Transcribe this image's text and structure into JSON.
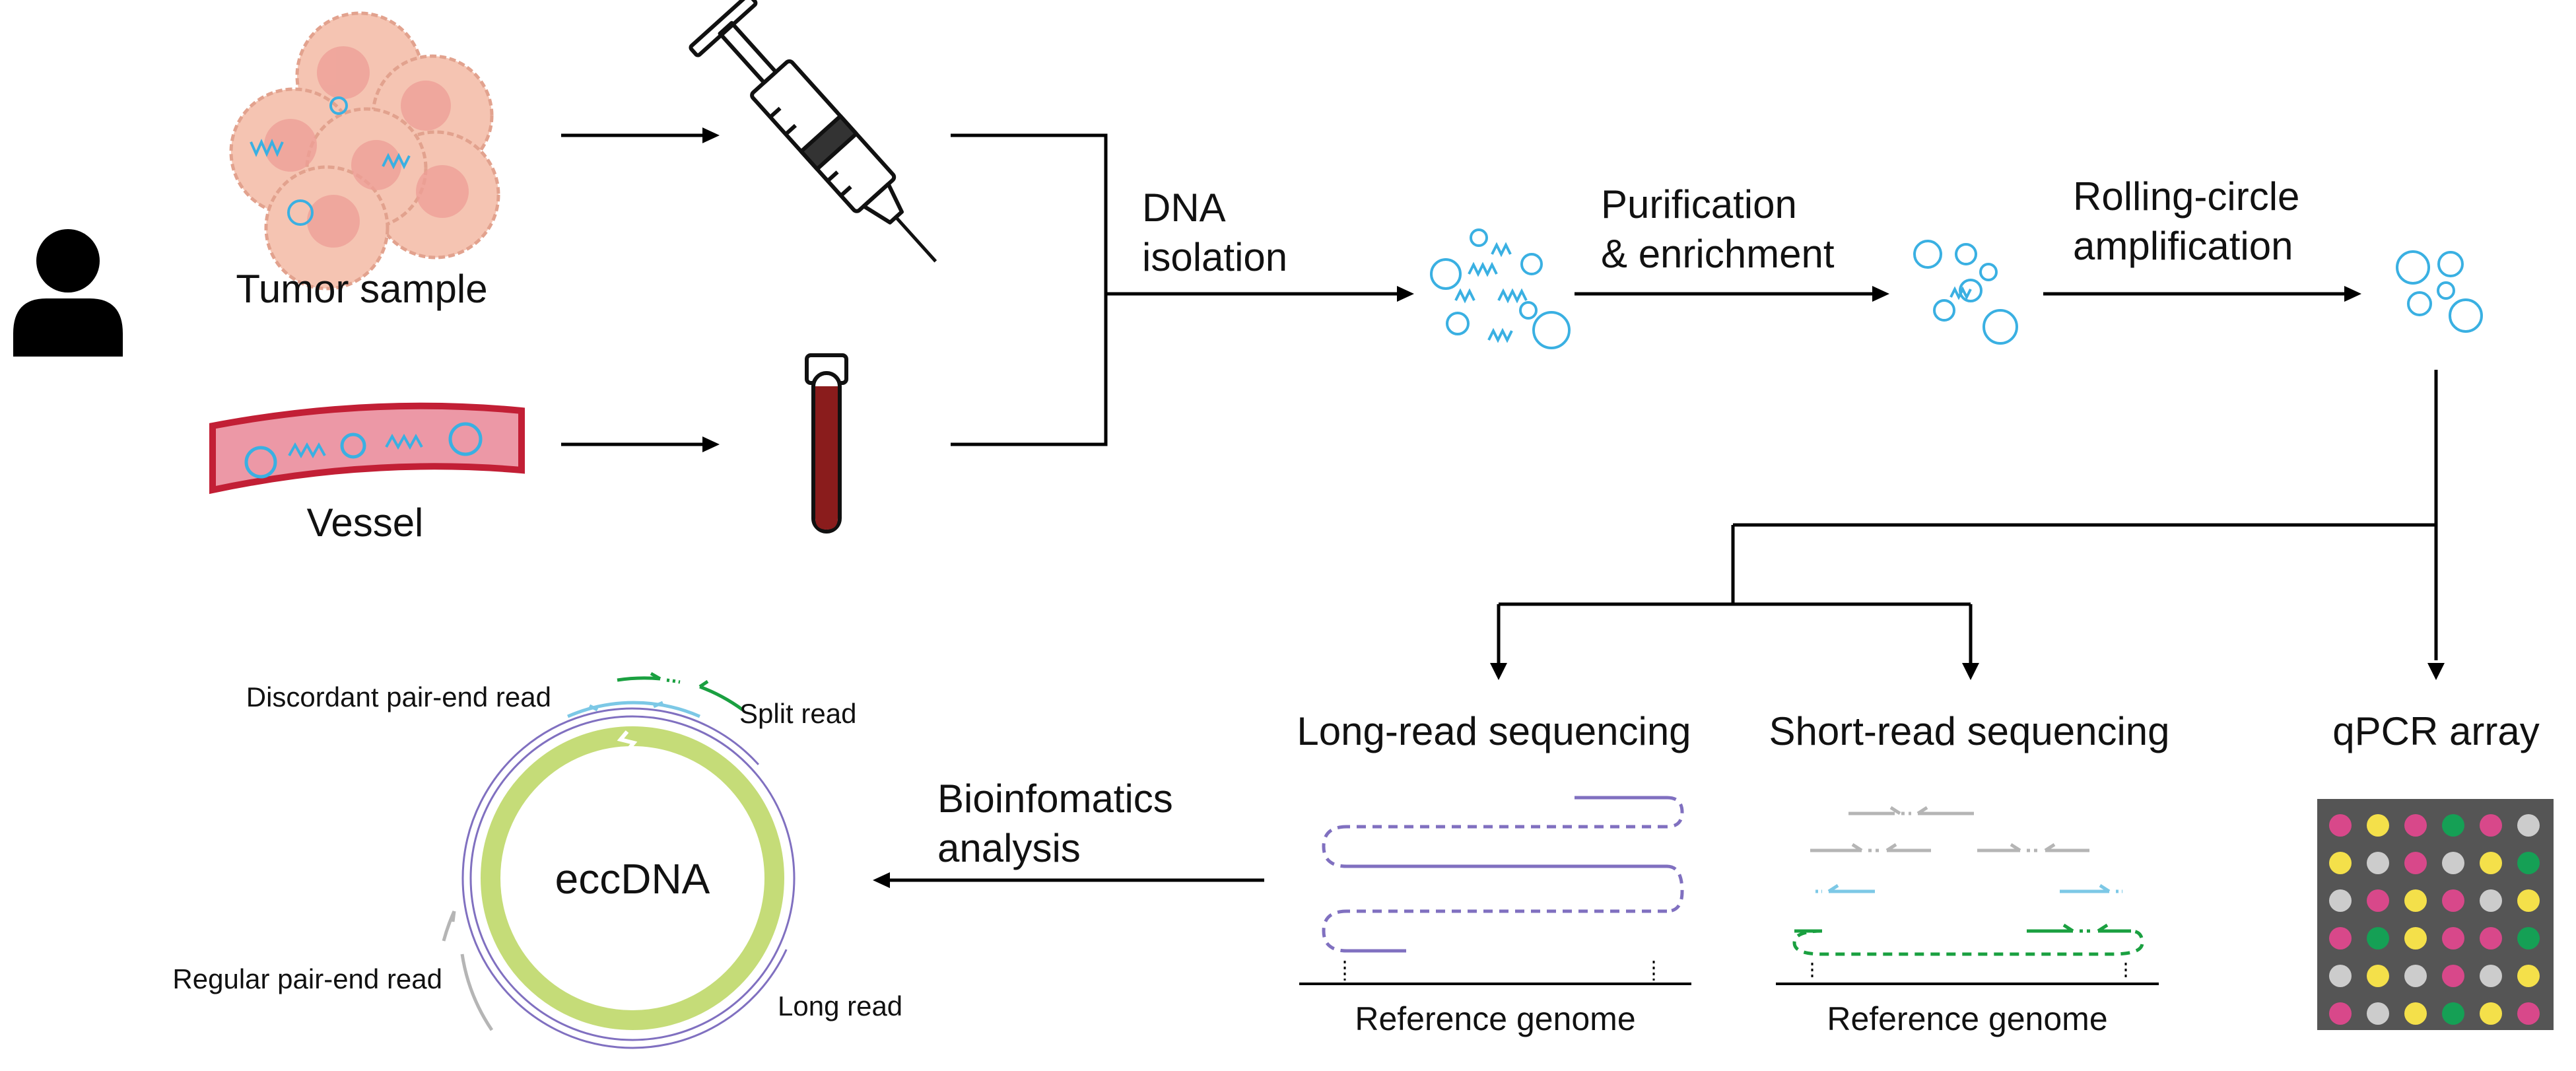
{
  "labels": {
    "tumor_sample": "Tumor sample",
    "vessel": "Vessel",
    "dna_isolation_1": "DNA",
    "dna_isolation_2": "isolation",
    "purification_1": "Purification",
    "purification_2": "& enrichment",
    "rca_1": "Rolling-circle",
    "rca_2": "amplification",
    "long_read_sequencing": "Long-read sequencing",
    "short_read_sequencing": "Short-read sequencing",
    "qpcr_array": "qPCR array",
    "bioinformatics_1": "Bioinfomatics",
    "bioinformatics_2": "analysis",
    "reference_genome_long": "Reference genome",
    "reference_genome_short": "Reference genome",
    "eccdna": "eccDNA",
    "discordant_read": "Discordant pair-end read",
    "split_read": "Split read",
    "regular_read": "Regular pair-end read",
    "long_read": "Long read"
  },
  "icons": {
    "person": "person-icon",
    "tumor": "tumor-cells-icon",
    "vessel": "blood-vessel-icon",
    "syringe": "syringe-icon",
    "tube": "blood-tube-icon",
    "dna_mix": "dna-mixture-icon",
    "purified": "purified-circles-icon",
    "amplified": "amplified-circles-icon"
  },
  "qpcr_grid": [
    [
      "pink",
      "yellow",
      "pink",
      "green",
      "pink",
      "gray"
    ],
    [
      "yellow",
      "gray",
      "pink",
      "gray",
      "yellow",
      "green"
    ],
    [
      "gray",
      "pink",
      "yellow",
      "pink",
      "gray",
      "yellow"
    ],
    [
      "pink",
      "green",
      "yellow",
      "pink",
      "pink",
      "green"
    ],
    [
      "gray",
      "yellow",
      "gray",
      "pink",
      "gray",
      "yellow"
    ],
    [
      "pink",
      "gray",
      "yellow",
      "green",
      "yellow",
      "pink"
    ]
  ],
  "colors": {
    "dna_blue": "#3ab0e2",
    "cell_fill": "#f5c4b2",
    "cell_stroke": "#e2a28e",
    "vessel_fill": "#ec98a6",
    "vessel_stroke": "#c21f35",
    "blood": "#8a1c1c",
    "long_read": "#8070c0",
    "eccdna_ring": "#c5dc78",
    "split_green": "#1aa040",
    "grid_bg": "#555555",
    "well_pink": "#d8488a",
    "well_yellow": "#f4e04a",
    "well_green": "#15a055",
    "well_gray": "#cccccc"
  }
}
